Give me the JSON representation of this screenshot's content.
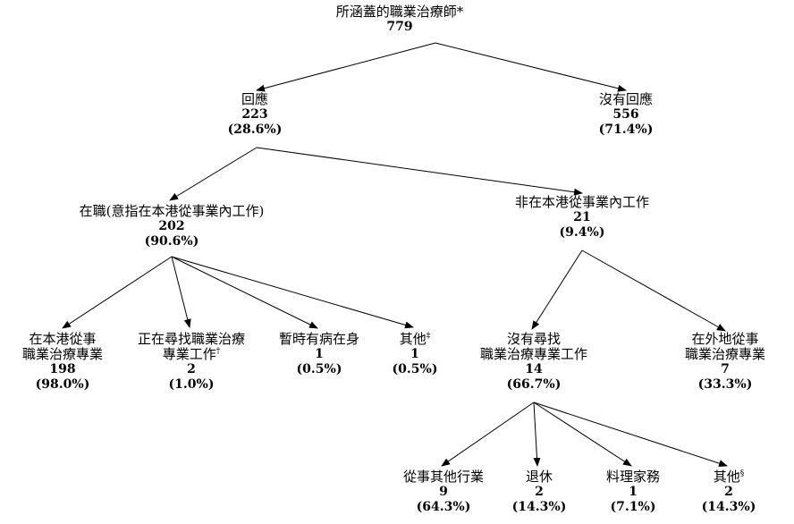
{
  "nodes": {
    "root": {
      "lines": [
        "所涵蓋的職業治療師*"
      ],
      "count": "779",
      "pct": ""
    },
    "resp": {
      "lines": [
        "回應"
      ],
      "count": "223",
      "pct": "(28.6%)"
    },
    "noresp": {
      "lines": [
        "沒有回應"
      ],
      "count": "556",
      "pct": "(71.4%)"
    },
    "inwork": {
      "lines": [
        "在職(意指在本港從事業內工作)"
      ],
      "count": "202",
      "pct": "(90.6%)"
    },
    "notwork": {
      "lines": [
        "非在本港從事業內工作"
      ],
      "count": "21",
      "pct": "(9.4%)"
    },
    "local": {
      "lines": [
        "在本港從事",
        "職業治療專業"
      ],
      "count": "198",
      "pct": "(98.0%)"
    },
    "seeking": {
      "lines": [
        "正在尋找職業治療",
        "專業工作"
      ],
      "sup": "†",
      "count": "2",
      "pct": "(1.0%)"
    },
    "sick": {
      "lines": [
        "暫時有病在身"
      ],
      "count": "1",
      "pct": "(0.5%)"
    },
    "other1": {
      "lines": [
        "其他"
      ],
      "sup": "‡",
      "count": "1",
      "pct": "(0.5%)"
    },
    "notseeking": {
      "lines": [
        "沒有尋找",
        "職業治療專業工作"
      ],
      "count": "14",
      "pct": "(66.7%)"
    },
    "abroad": {
      "lines": [
        "在外地從事",
        "職業治療專業"
      ],
      "count": "7",
      "pct": "(33.3%)"
    },
    "otherind": {
      "lines": [
        "從事其他行業"
      ],
      "count": "9",
      "pct": "(64.3%)"
    },
    "retired": {
      "lines": [
        "退休"
      ],
      "count": "2",
      "pct": "(14.3%)"
    },
    "household": {
      "lines": [
        "料理家務"
      ],
      "count": "1",
      "pct": "(7.1%)"
    },
    "other2": {
      "lines": [
        "其他"
      ],
      "sup": "§",
      "count": "2",
      "pct": "(14.3%)"
    }
  },
  "edges": [
    [
      "root",
      "resp"
    ],
    [
      "root",
      "noresp"
    ],
    [
      "resp",
      "inwork"
    ],
    [
      "resp",
      "notwork"
    ],
    [
      "inwork",
      "local"
    ],
    [
      "inwork",
      "seeking"
    ],
    [
      "inwork",
      "sick"
    ],
    [
      "inwork",
      "other1"
    ],
    [
      "notwork",
      "notseeking"
    ],
    [
      "notwork",
      "abroad"
    ],
    [
      "notseeking",
      "otherind"
    ],
    [
      "notseeking",
      "retired"
    ],
    [
      "notseeking",
      "household"
    ],
    [
      "notseeking",
      "other2"
    ]
  ]
}
